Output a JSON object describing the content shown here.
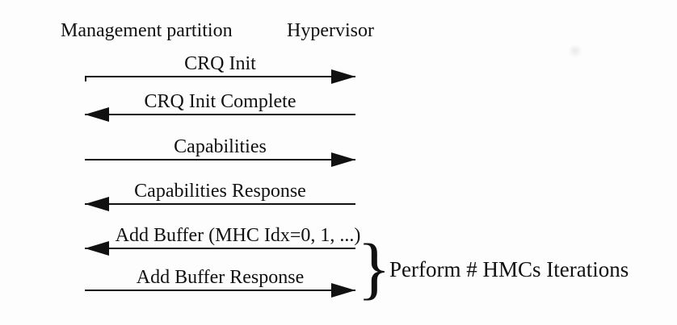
{
  "colors": {
    "ink": "#111111",
    "background": "#fdfdfd"
  },
  "participants": [
    {
      "label": "Management partition"
    },
    {
      "label": "Hypervisor"
    }
  ],
  "messages": [
    {
      "label": "CRQ Init",
      "direction": "right"
    },
    {
      "label": "CRQ Init Complete",
      "direction": "left"
    },
    {
      "label": "Capabilities",
      "direction": "right"
    },
    {
      "label": "Capabilities Response",
      "direction": "left"
    },
    {
      "label": "Add Buffer (MHC Idx=0, 1, ...)",
      "direction": "left"
    },
    {
      "label": "Add Buffer Response",
      "direction": "right"
    }
  ],
  "iteration_group": {
    "brace_glyph": "}",
    "label": "Perform # HMCs Iterations"
  }
}
